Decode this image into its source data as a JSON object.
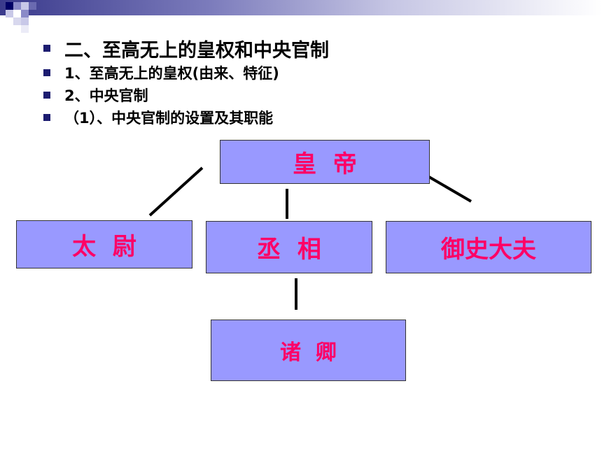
{
  "slide": {
    "bullets": [
      "二、至高无上的皇权和中央官制",
      "1、至高无上的皇权(由来、特征)",
      "2、中央官制",
      "（1）、中央官制的设置及其职能"
    ]
  },
  "diagram": {
    "emperor": "皇  帝",
    "taiwei": "太  尉",
    "chengxiang": "丞  相",
    "yushi": "御史大夫",
    "zhuqing": "诸  卿"
  },
  "colors": {
    "box_fill": "#9999ff",
    "box_text": "#ff0066",
    "bullet": "#1c1c70"
  }
}
